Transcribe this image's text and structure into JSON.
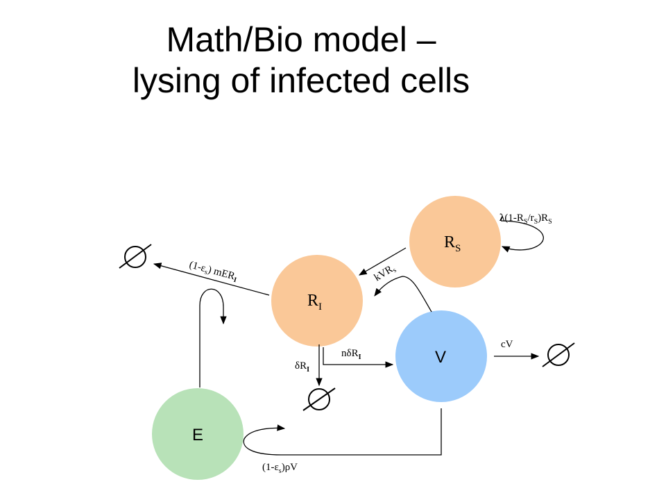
{
  "title": {
    "line1": "Math/Bio model –",
    "line2": "lysing of infected cells"
  },
  "nodes": {
    "rs": {
      "main": "R",
      "sub": "S",
      "color": "#fac898"
    },
    "ri": {
      "main": "R",
      "sub": "I",
      "color": "#fac898"
    },
    "v": {
      "main": "V",
      "color": "#9ccbfb"
    },
    "e": {
      "main": "E",
      "color": "#b8e2b8"
    }
  },
  "labels": {
    "rs_growth": {
      "lambda": "λ",
      "a": "(1-R",
      "b": "S",
      "c": "/r",
      "d": "S",
      "e": ")R",
      "f": "S"
    },
    "infection": {
      "a": "kVR",
      "b": "s"
    },
    "ri_killing": {
      "a": "(1-ε",
      "b": "s",
      "c": ") mER",
      "d": "I"
    },
    "ri_death": {
      "a": "δR",
      "b": "I"
    },
    "virus_prod": {
      "a": "nδR",
      "b": "I"
    },
    "virus_clear": {
      "a": "cV"
    },
    "e_growth": {
      "a": "(1-ε",
      "b": "s",
      "c": ")ρV"
    }
  },
  "icons": [
    "empty-set-icon",
    "empty-set-icon",
    "empty-set-icon"
  ]
}
